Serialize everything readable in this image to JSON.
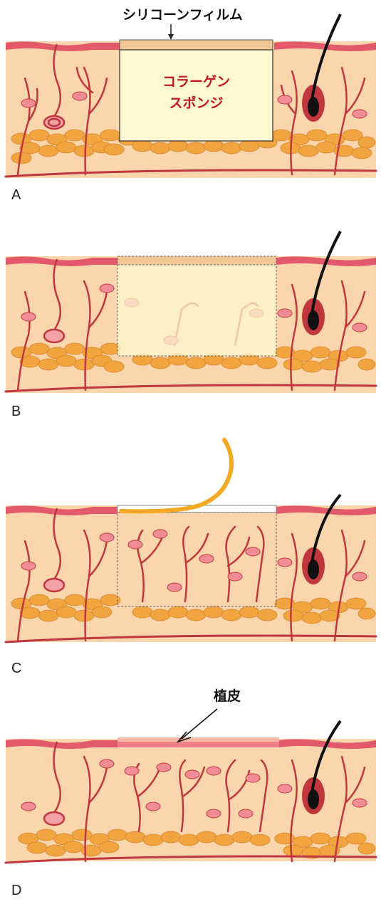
{
  "labels": {
    "silicone_film": "シリコーンフィルム",
    "collagen_sponge_line1": "コラーゲン",
    "collagen_sponge_line2": "スポンジ",
    "skin_graft": "植皮"
  },
  "panels": [
    {
      "letter": "A"
    },
    {
      "letter": "B"
    },
    {
      "letter": "C"
    },
    {
      "letter": "D"
    }
  ],
  "colors": {
    "dermis": "#fbd6ad",
    "epidermis": "#e25a6a",
    "fat": "#f1a540",
    "vessel": "#c0373e",
    "sponge": "#fdf8cf",
    "film_strip": "#f2c796",
    "peel": "#f4a923",
    "graft": "#ec7f85"
  },
  "icons": [
    "hair-follicle-icon",
    "sweat-gland-icon",
    "arrow-icon"
  ]
}
